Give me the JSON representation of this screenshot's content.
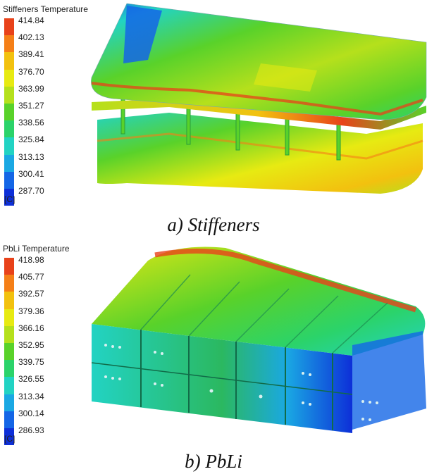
{
  "colormap": [
    "#e8421a",
    "#f57f17",
    "#f2c10f",
    "#e7ea12",
    "#b5e01c",
    "#59d22a",
    "#2bd36a",
    "#22d3c3",
    "#1aa8e3",
    "#1466e6",
    "#0d2fd8"
  ],
  "panels": [
    {
      "legend_title": "Stiffeners Temperature",
      "ticks": [
        "414.84",
        "402.13",
        "389.41",
        "376.70",
        "363.99",
        "351.27",
        "338.56",
        "325.84",
        "313.13",
        "300.41",
        "287.70"
      ],
      "unit": "[C]",
      "caption": "a) Stiffeners"
    },
    {
      "legend_title": "PbLi Temperature",
      "ticks": [
        "418.98",
        "405.77",
        "392.57",
        "379.36",
        "366.16",
        "352.95",
        "339.75",
        "326.55",
        "313.34",
        "300.14",
        "286.93"
      ],
      "unit": "[C]",
      "caption": "b) PbLi"
    }
  ]
}
